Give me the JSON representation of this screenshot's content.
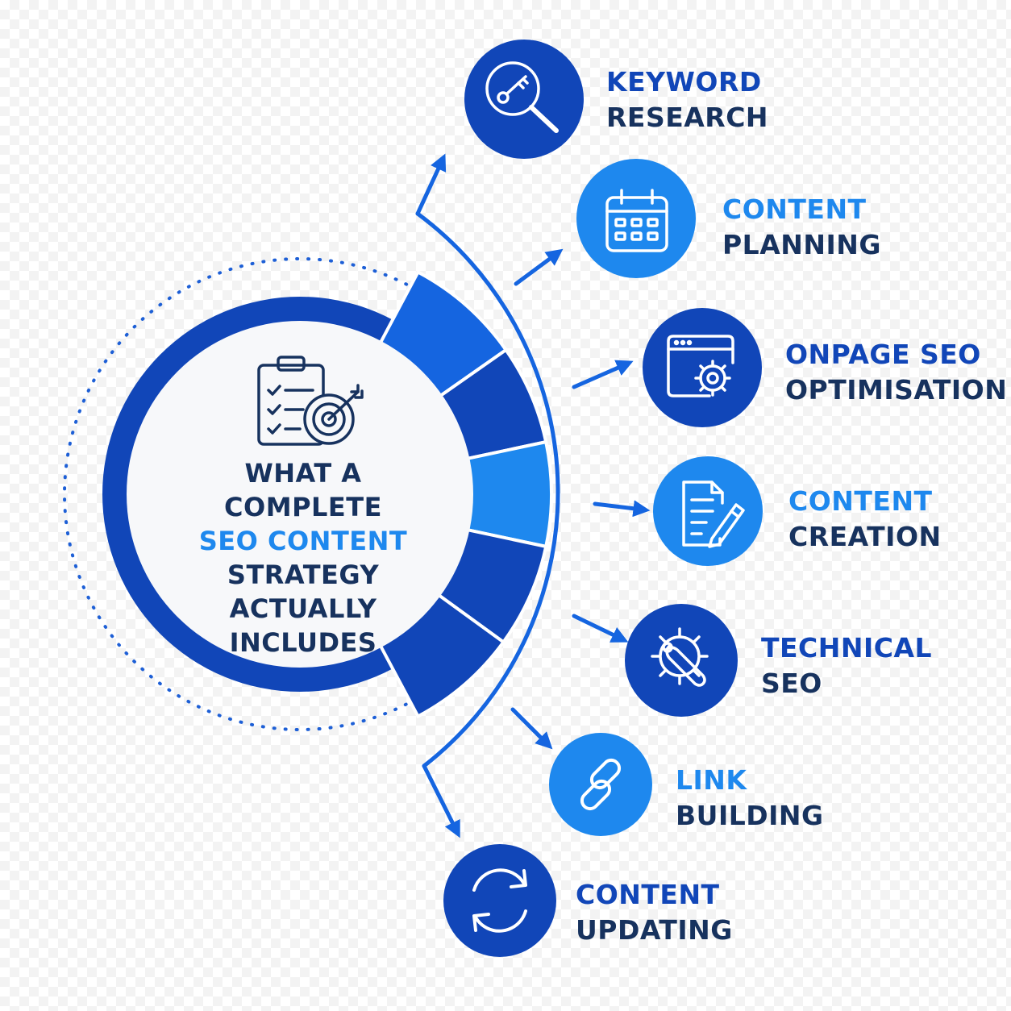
{
  "center": {
    "title_line1": "WHAT A",
    "title_line2": "COMPLETE",
    "title_highlight": "SEO CONTENT",
    "title_line4": "STRATEGY",
    "title_line5": "ACTUALLY",
    "title_line6": "INCLUDES",
    "icon": "checklist-target-icon"
  },
  "steps": [
    {
      "line1": "KEYWORD",
      "line2": "RESEARCH",
      "icon": "magnifier-key-icon",
      "color": "#1146b8"
    },
    {
      "line1": "CONTENT",
      "line2": "PLANNING",
      "icon": "calendar-icon",
      "color": "#1e88ee"
    },
    {
      "line1": "ONPAGE SEO",
      "line2": "OPTIMISATION",
      "icon": "browser-gear-icon",
      "color": "#1146b8"
    },
    {
      "line1": "CONTENT",
      "line2": "CREATION",
      "icon": "document-pencil-icon",
      "color": "#1e88ee"
    },
    {
      "line1": "TECHNICAL",
      "line2": "SEO",
      "icon": "gear-wrench-icon",
      "color": "#1146b8"
    },
    {
      "line1": "LINK",
      "line2": "BUILDING",
      "icon": "chain-link-icon",
      "color": "#1e88ee"
    },
    {
      "line1": "CONTENT",
      "line2": "UPDATING",
      "icon": "refresh-arrows-icon",
      "color": "#1146b8"
    }
  ],
  "colors": {
    "dark_blue": "#1146b8",
    "bright_blue": "#1e88ee",
    "navy_text": "#17325e",
    "line_blue": "#1565e0"
  }
}
